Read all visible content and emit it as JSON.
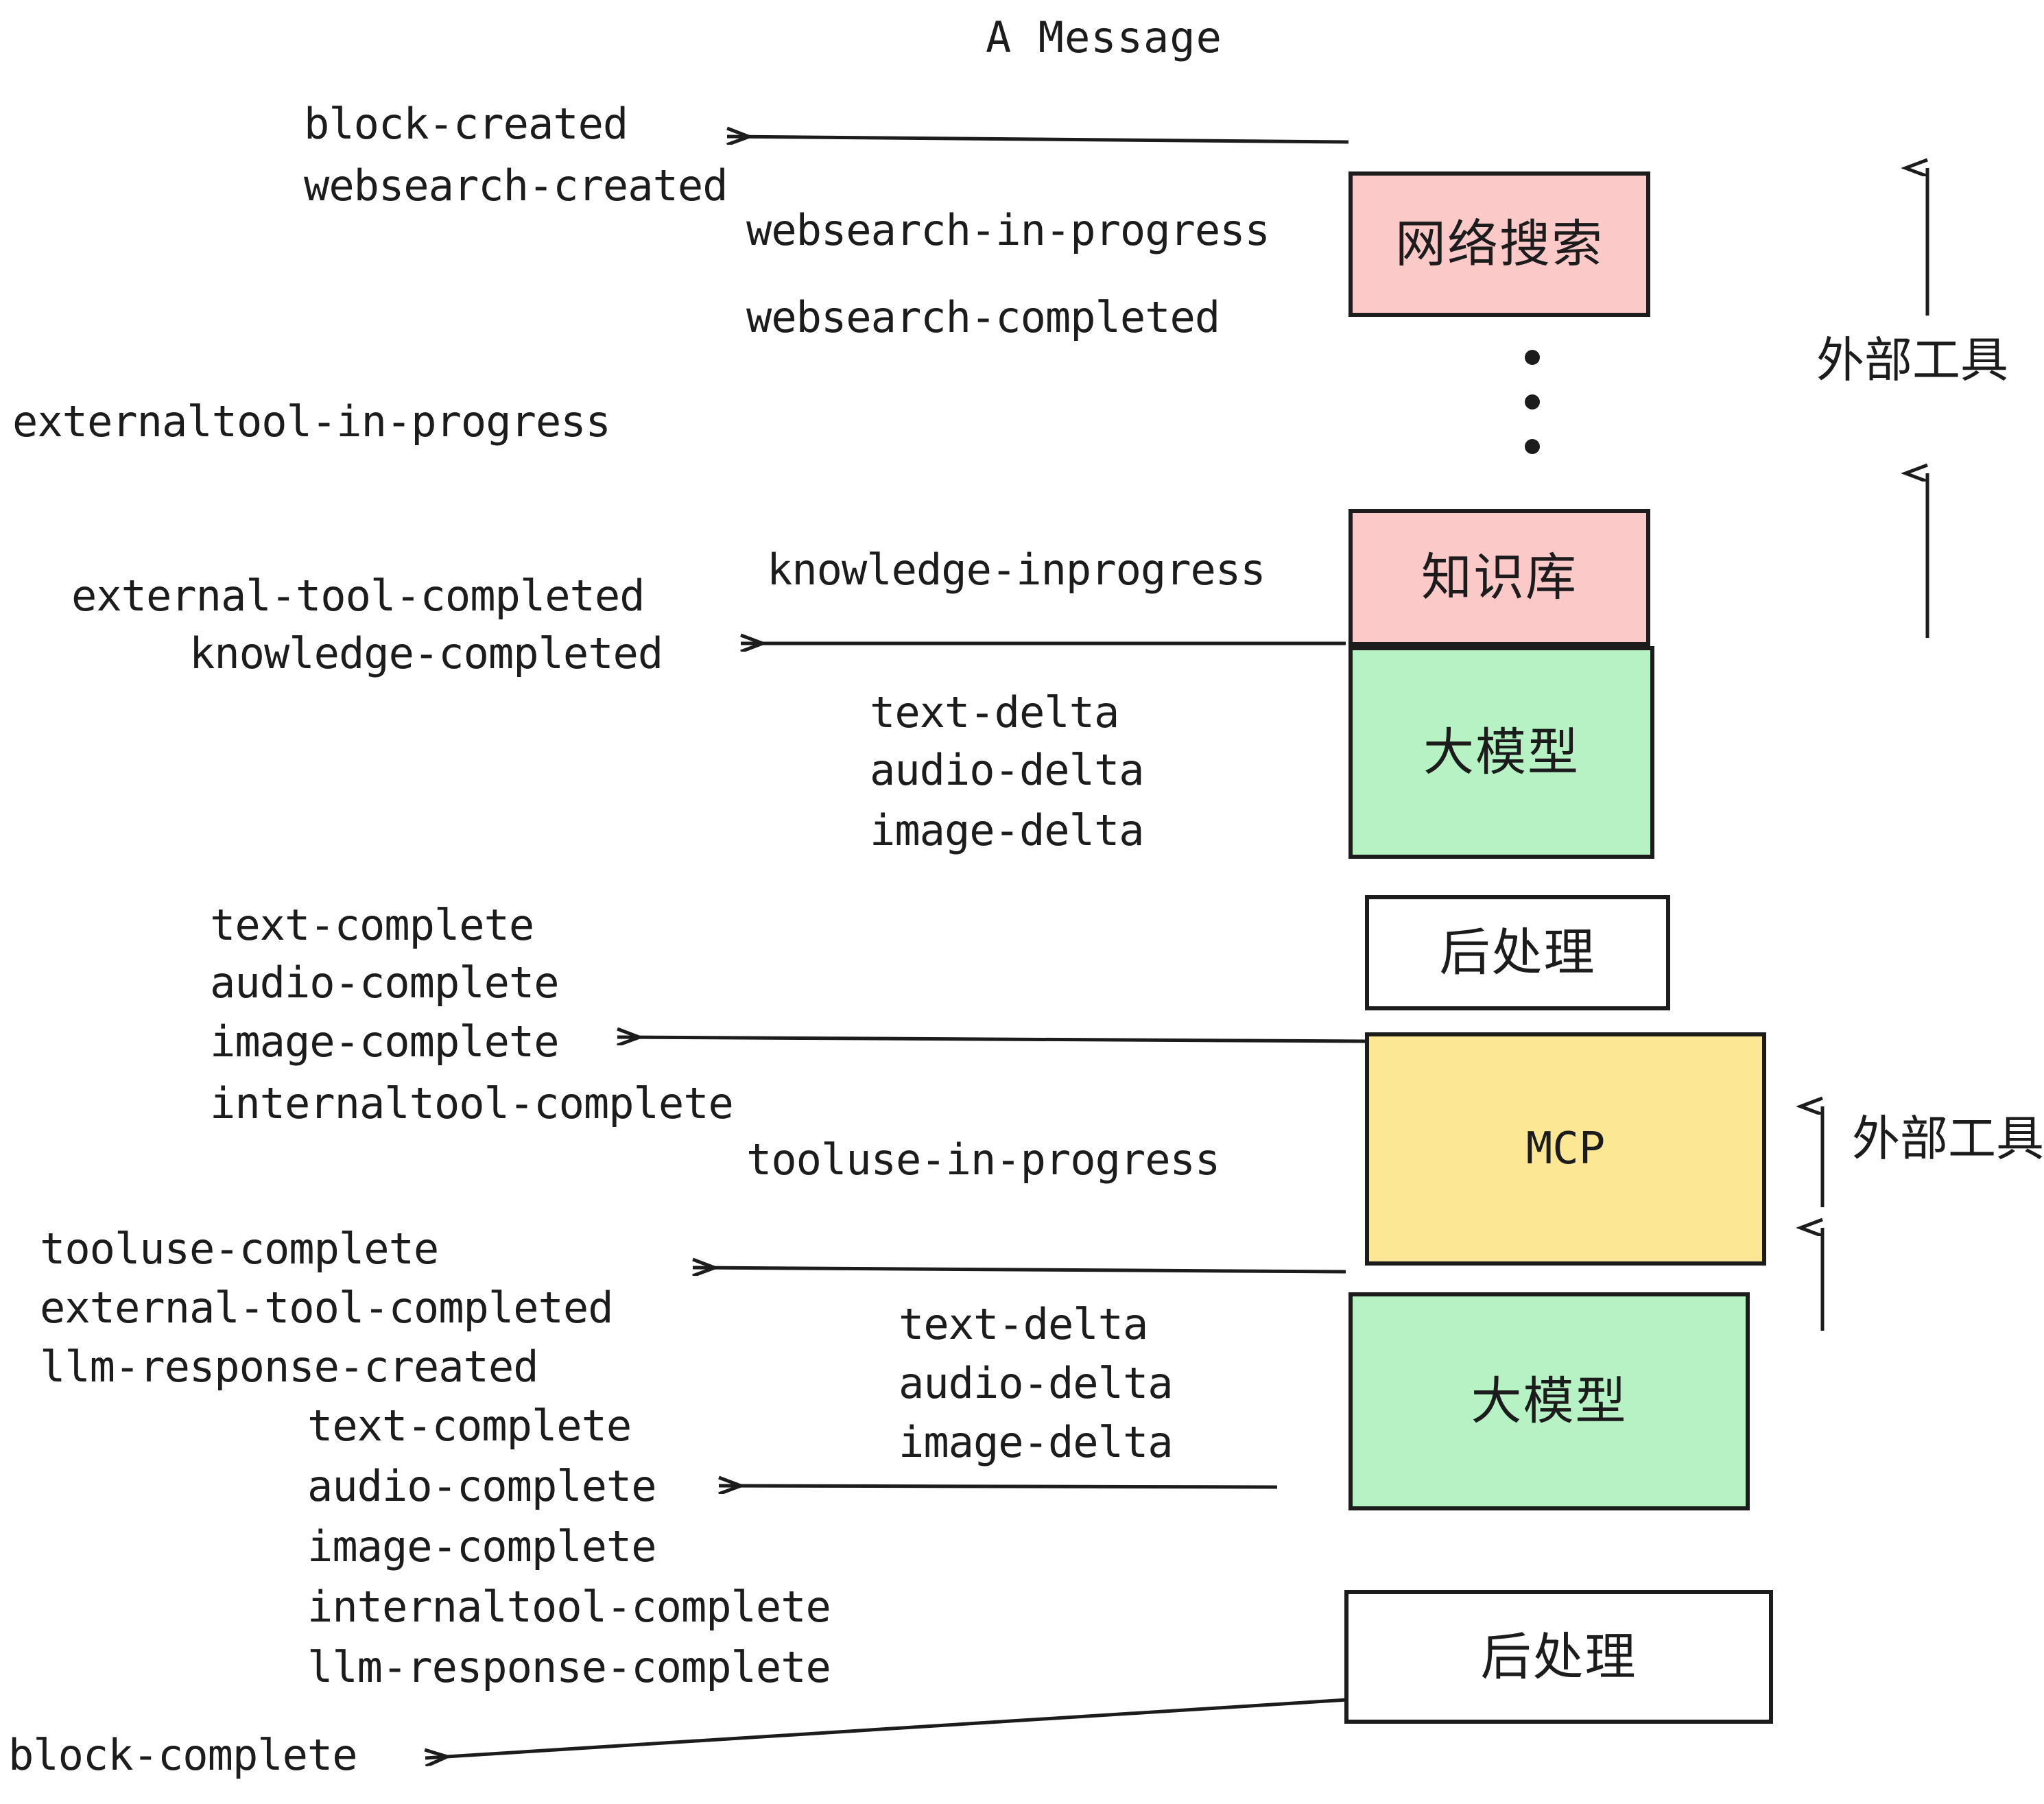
{
  "diagram": {
    "title": "A Message",
    "colors": {
      "pink": "#fcc9c9",
      "green": "#b6f2c3",
      "yellow": "#fce894",
      "white": "#ffffff",
      "stroke": "#1c1c1c",
      "background": "#ffffff"
    }
  },
  "boxes": [
    {
      "id": "websearch",
      "label": "网络搜索",
      "fill": "#fcc9c9"
    },
    {
      "id": "knowledgebase",
      "label": "知识库",
      "fill": "#fcc9c9"
    },
    {
      "id": "llm-1",
      "label": "大模型",
      "fill": "#b6f2c3"
    },
    {
      "id": "postprocess-1",
      "label": "后处理",
      "fill": "#ffffff"
    },
    {
      "id": "mcp",
      "label": "MCP",
      "fill": "#fce894"
    },
    {
      "id": "llm-2",
      "label": "大模型",
      "fill": "#b6f2c3"
    },
    {
      "id": "postprocess-2",
      "label": "后处理",
      "fill": "#ffffff"
    }
  ],
  "side_labels": [
    {
      "id": "external-tools-top",
      "text": "外部工具"
    },
    {
      "id": "external-tools-bottom",
      "text": "外部工具"
    }
  ],
  "events": [
    {
      "id": "block-created",
      "text": "block-created"
    },
    {
      "id": "websearch-created",
      "text": "websearch-created"
    },
    {
      "id": "websearch-in-progress",
      "text": "websearch-in-progress"
    },
    {
      "id": "websearch-completed",
      "text": "websearch-completed"
    },
    {
      "id": "externaltool-in-progress",
      "text": "externaltool-in-progress"
    },
    {
      "id": "knowledge-inprogress",
      "text": "knowledge-inprogress"
    },
    {
      "id": "external-tool-completed-1",
      "text": "external-tool-completed"
    },
    {
      "id": "knowledge-completed",
      "text": "knowledge-completed"
    },
    {
      "id": "text-delta-1",
      "text": "text-delta"
    },
    {
      "id": "audio-delta-1",
      "text": "audio-delta"
    },
    {
      "id": "image-delta-1",
      "text": "image-delta"
    },
    {
      "id": "text-complete-1",
      "text": "text-complete"
    },
    {
      "id": "audio-complete-1",
      "text": "audio-complete"
    },
    {
      "id": "image-complete-1",
      "text": "image-complete"
    },
    {
      "id": "internaltool-complete-1",
      "text": "internaltool-complete"
    },
    {
      "id": "tooluse-in-progress",
      "text": "tooluse-in-progress"
    },
    {
      "id": "tooluse-complete",
      "text": "tooluse-complete"
    },
    {
      "id": "external-tool-completed-2",
      "text": "external-tool-completed"
    },
    {
      "id": "llm-response-created",
      "text": "llm-response-created"
    },
    {
      "id": "text-delta-2",
      "text": "text-delta"
    },
    {
      "id": "audio-delta-2",
      "text": "audio-delta"
    },
    {
      "id": "image-delta-2",
      "text": "image-delta"
    },
    {
      "id": "text-complete-2",
      "text": "text-complete"
    },
    {
      "id": "audio-complete-2",
      "text": "audio-complete"
    },
    {
      "id": "image-complete-2",
      "text": "image-complete"
    },
    {
      "id": "internaltool-complete-2",
      "text": "internaltool-complete"
    },
    {
      "id": "llm-response-complete",
      "text": "llm-response-complete"
    },
    {
      "id": "block-complete",
      "text": "block-complete"
    }
  ]
}
